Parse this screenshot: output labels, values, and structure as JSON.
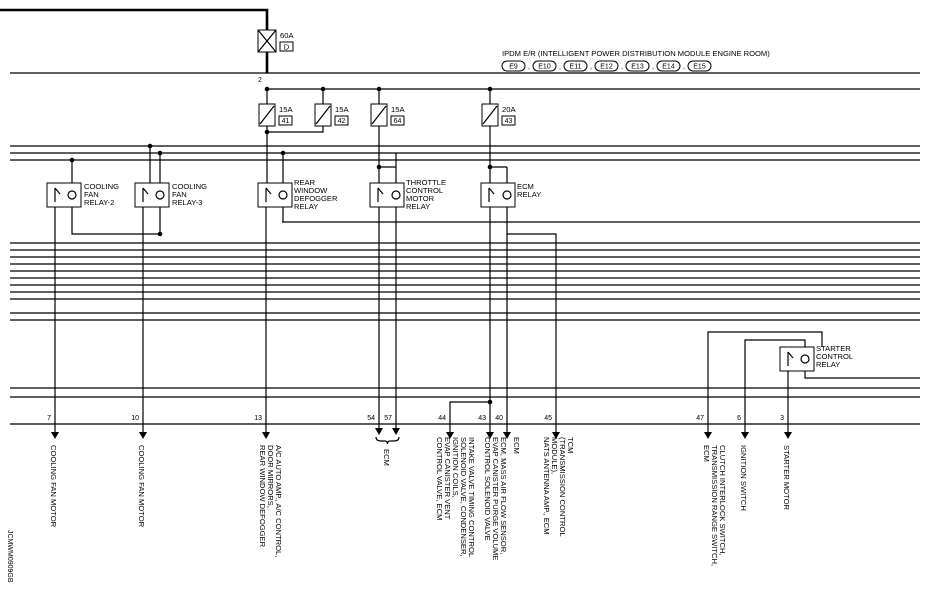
{
  "module": {
    "title": "IPDM E/R (INTELLIGENT POWER DISTRIBUTION MODULE ENGINE ROOM)",
    "connectors": [
      "E9",
      "E10",
      "E11",
      "E12",
      "E13",
      "E14",
      "E15"
    ]
  },
  "main_fuse": {
    "rating": "60A",
    "code": "D"
  },
  "node_label": "2",
  "fuses": [
    {
      "rating": "15A",
      "num": "41"
    },
    {
      "rating": "15A",
      "num": "42"
    },
    {
      "rating": "15A",
      "num": "64"
    },
    {
      "rating": "20A",
      "num": "43"
    }
  ],
  "relays": [
    {
      "lines": [
        "COOLING",
        "FAN",
        "RELAY-2"
      ]
    },
    {
      "lines": [
        "COOLING",
        "FAN",
        "RELAY-3"
      ]
    },
    {
      "lines": [
        "REAR",
        "WINDOW",
        "DEFOGGER",
        "RELAY"
      ]
    },
    {
      "lines": [
        "THROTTLE",
        "CONTROL",
        "MOTOR",
        "RELAY"
      ]
    },
    {
      "lines": [
        "ECM",
        "RELAY"
      ]
    },
    {
      "lines": [
        "STARTER",
        "CONTROL",
        "RELAY"
      ]
    }
  ],
  "terminals": [
    "7",
    "10",
    "13",
    "54",
    "57",
    "44",
    "43",
    "40",
    "45",
    "47",
    "6",
    "3"
  ],
  "destinations": [
    {
      "lines": [
        "COOLING FAN MOTOR"
      ]
    },
    {
      "lines": [
        "COOLING FAN MOTOR"
      ]
    },
    {
      "lines": [
        "A/C AUTO AMP., A/C CONTROL,",
        "DOOR MIRRORS,",
        "REAR WINDOW DEFOGGER"
      ]
    },
    {
      "lines": [
        "ECM"
      ]
    },
    {
      "lines": [
        "INTAKE VALVE TIMING CONTROL",
        "SOLENOID VALVE, CONDENSER,",
        "IGNITION COILS,",
        "EVAP CANISTER VENT",
        "CONTROL VALVE, ECM"
      ]
    },
    {
      "lines": [
        "ECM, MASS AIR FLOW SENSOR,",
        "EVAP CANISTER PURGE VOLUME",
        "CONTROL SOLENOID VALVE"
      ]
    },
    {
      "lines": [
        "ECM"
      ]
    },
    {
      "lines": [
        "TCM",
        "(TRANSMISSION CONTROL",
        "MODULE),",
        "NATS ANTENNA AMP., ECM"
      ]
    },
    {
      "lines": [
        "CLUTCH INTERLOCK SWITCH,",
        "TRANSMISSION RANGE SWITCH,",
        "ECM"
      ]
    },
    {
      "lines": [
        "IGNITION SWITCH"
      ]
    },
    {
      "lines": [
        "STARTER MOTOR"
      ]
    }
  ],
  "figure_code": "JCMWM0909GB"
}
